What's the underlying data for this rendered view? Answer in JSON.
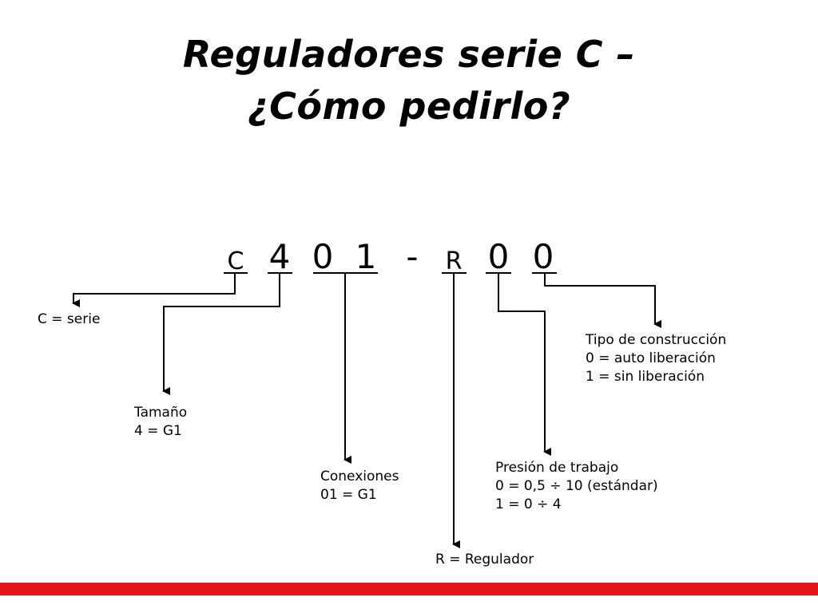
{
  "slide": {
    "title_line1": "Reguladores serie C –",
    "title_line2": "¿Cómo pedirlo?"
  },
  "code": {
    "c": "C",
    "d1": "4",
    "d2": "0",
    "d3": "1",
    "dash": "-",
    "r": "R",
    "d4": "0",
    "d5": "0"
  },
  "labels": {
    "serie": "C = serie",
    "tamano_title": "Tamaño",
    "tamano_value": "4 = G1",
    "conexiones_title": "Conexiones",
    "conexiones_value": "01 = G1",
    "regulador": "R = Regulador",
    "presion_title": "Presión de trabajo",
    "presion_line1": "0 = 0,5 ÷ 10 (estándar)",
    "presion_line2": "1 = 0 ÷ 4",
    "tipo_title": "Tipo de construcción",
    "tipo_line1": "0 = auto liberación",
    "tipo_line2": "1 = sin liberación"
  },
  "colors": {
    "accent_bar": "#e8141b",
    "text": "#000000",
    "background": "#ffffff"
  }
}
